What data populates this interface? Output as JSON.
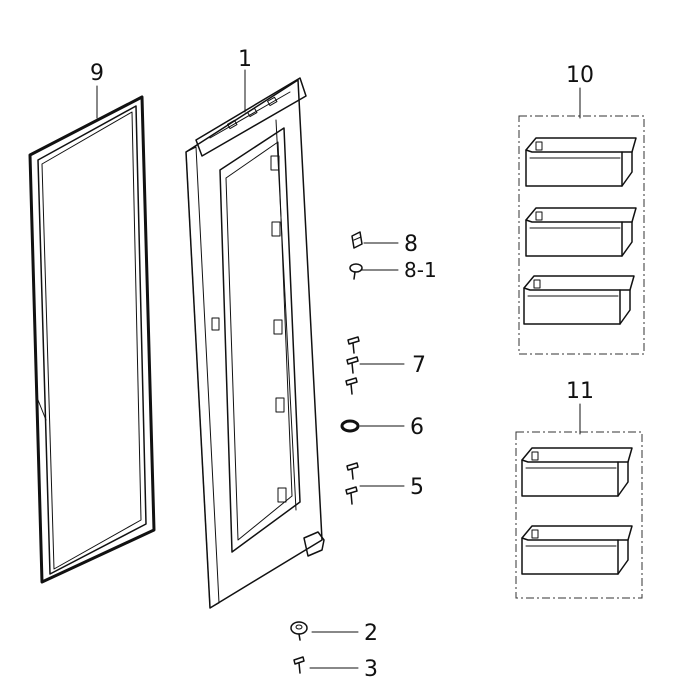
{
  "callouts": {
    "p1": "1",
    "p2": "2",
    "p3": "3",
    "p5": "5",
    "p6": "6",
    "p7": "7",
    "p8": "8",
    "p8_1": "8-1",
    "p9": "9",
    "p10": "10",
    "p11": "11"
  },
  "colors": {
    "line": "#111111",
    "background": "#ffffff"
  }
}
